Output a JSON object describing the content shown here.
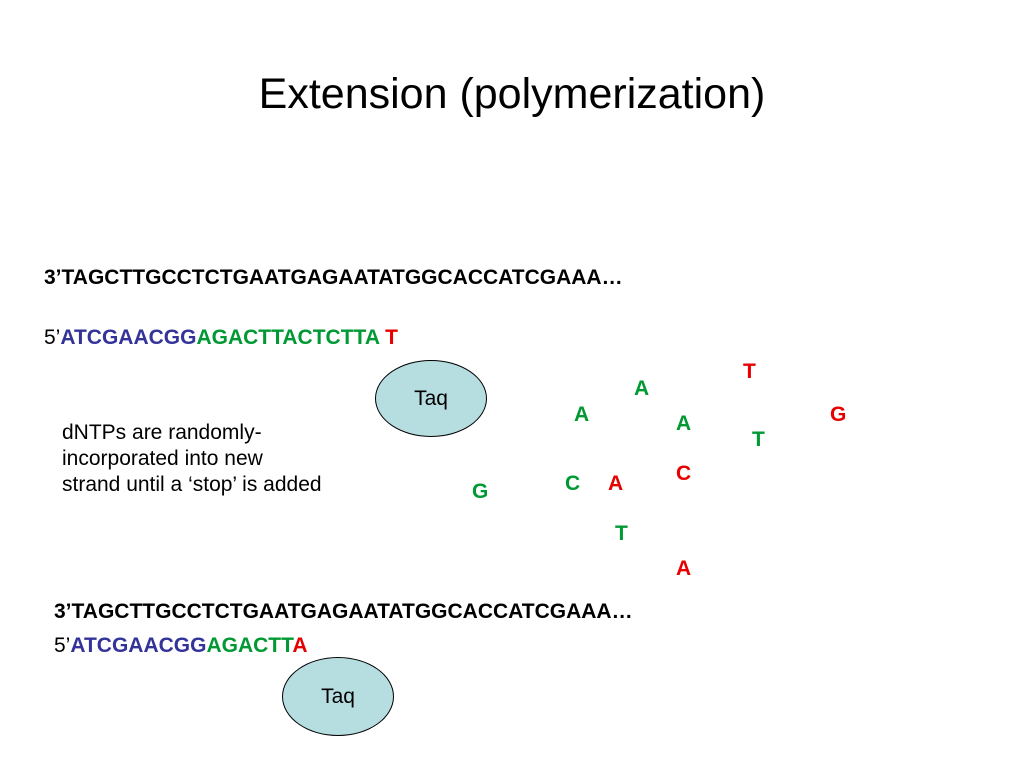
{
  "title": "Extension (polymerization)",
  "colors": {
    "primer": "#333399",
    "new_strand": "#009933",
    "stop": "#e60000",
    "taq_fill": "#b6dde0"
  },
  "top": {
    "template": "3’TAGCTTGCCTCTGAATGAGAATATGGCACCATCGAAA…",
    "strand_prefix": "5’",
    "primer": "ATCGAACGG",
    "extension": "AGACTTACTCTTA",
    "stop_base": "T",
    "taq_label": "Taq"
  },
  "note": "dNTPs are randomly-incorporated into new strand until a ‘stop’ is added",
  "free_nucleotides": [
    {
      "base": "T",
      "type": "stop"
    },
    {
      "base": "A",
      "type": "normal"
    },
    {
      "base": "A",
      "type": "normal"
    },
    {
      "base": "A",
      "type": "normal"
    },
    {
      "base": "G",
      "type": "stop"
    },
    {
      "base": "T",
      "type": "normal"
    },
    {
      "base": "C",
      "type": "stop"
    },
    {
      "base": "C",
      "type": "normal"
    },
    {
      "base": "A",
      "type": "stop"
    },
    {
      "base": "G",
      "type": "normal"
    },
    {
      "base": "T",
      "type": "normal"
    },
    {
      "base": "A",
      "type": "stop"
    }
  ],
  "bottom": {
    "template": "3’TAGCTTGCCTCTGAATGAGAATATGGCACCATCGAAA…",
    "strand_prefix": "5’",
    "primer": "ATCGAACGG",
    "extension": "AGACTT",
    "stop_base": "A",
    "taq_label": "Taq"
  }
}
